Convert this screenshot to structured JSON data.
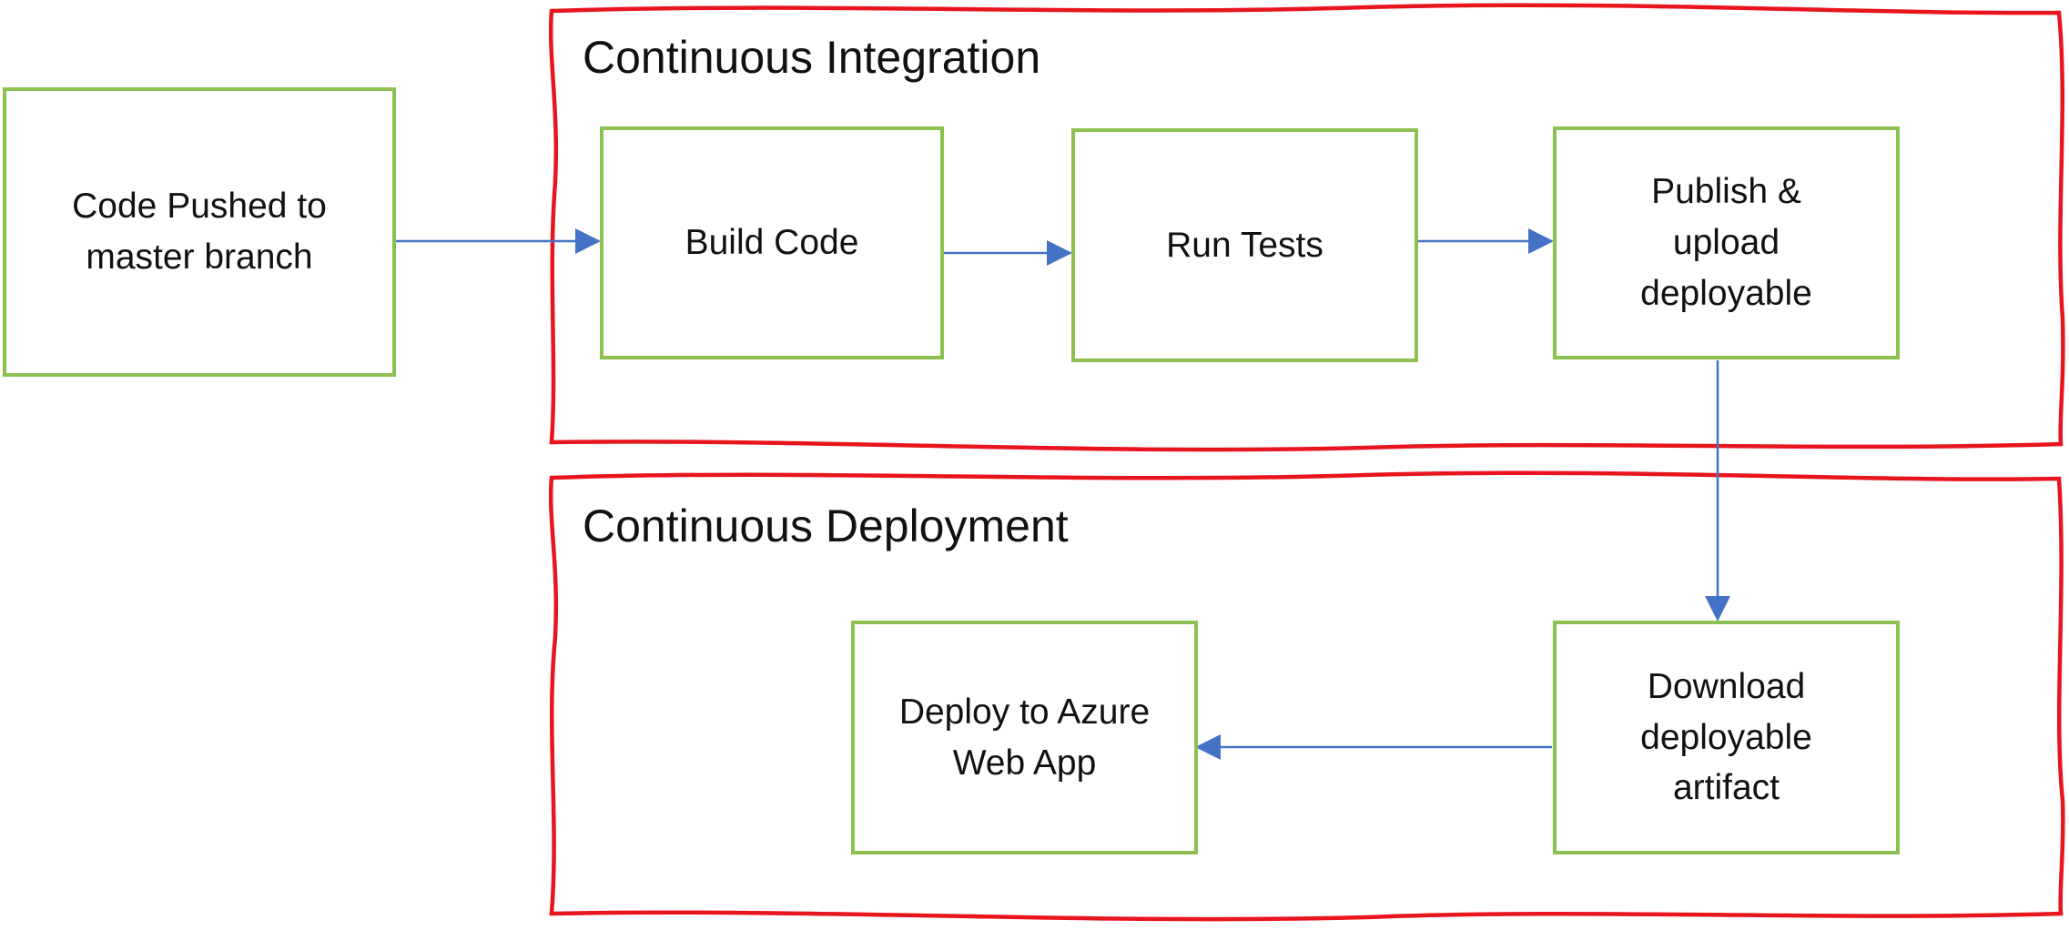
{
  "colors": {
    "stage_border": "#e8141e",
    "node_border": "#8cc152",
    "connector": "#4472c4",
    "text": "#111111",
    "background": "#ffffff"
  },
  "stages": {
    "integration": {
      "title": "Continuous Integration"
    },
    "deployment": {
      "title": "Continuous Deployment"
    }
  },
  "nodes": {
    "code_pushed": {
      "label": "Code Pushed to\nmaster branch"
    },
    "build_code": {
      "label": "Build Code"
    },
    "run_tests": {
      "label": "Run Tests"
    },
    "publish_upload": {
      "label": "Publish &\nupload\ndeployable"
    },
    "download_artifact": {
      "label": "Download\ndeployable\nartifact"
    },
    "deploy_azure": {
      "label": "Deploy to Azure\nWeb App"
    }
  },
  "connectors": [
    {
      "from": "code_pushed",
      "to": "build_code"
    },
    {
      "from": "build_code",
      "to": "run_tests"
    },
    {
      "from": "run_tests",
      "to": "publish_upload"
    },
    {
      "from": "publish_upload",
      "to": "download_artifact"
    },
    {
      "from": "download_artifact",
      "to": "deploy_azure"
    }
  ]
}
